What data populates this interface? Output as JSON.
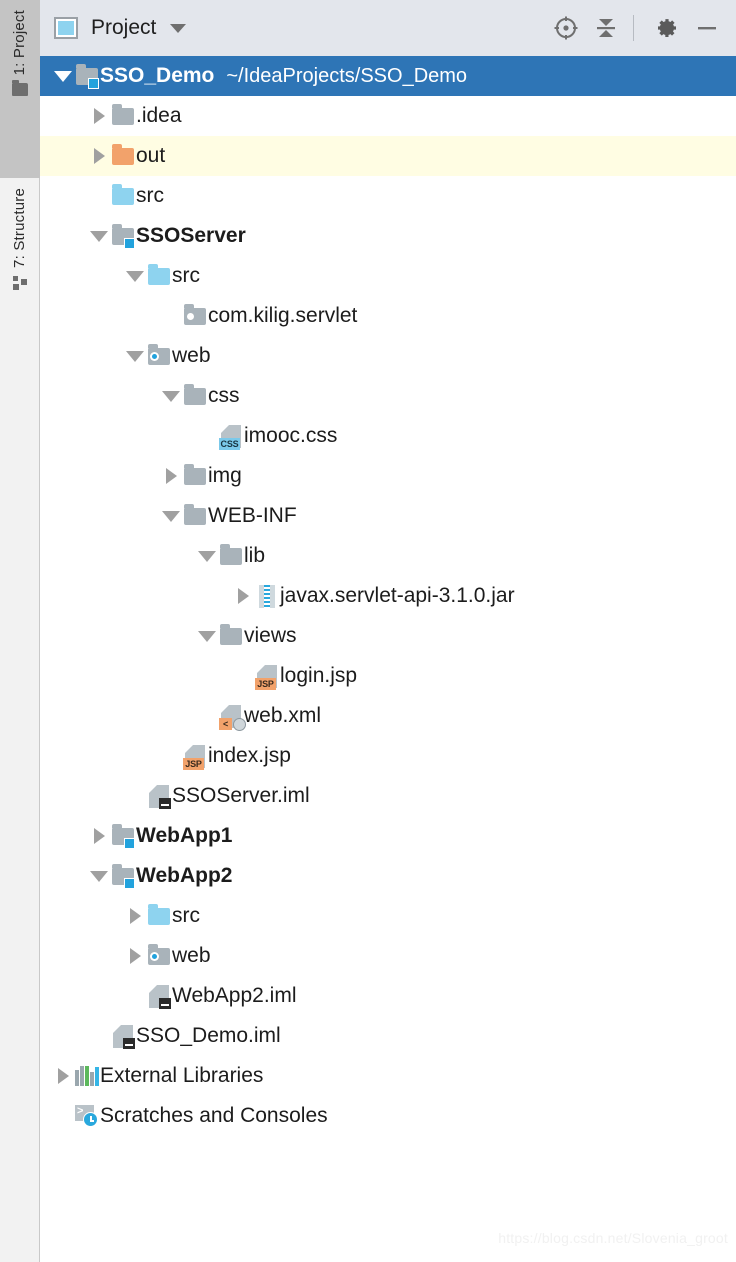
{
  "tool_tabs": [
    {
      "label": "1: Project",
      "icon": "folder-icon",
      "active": true
    },
    {
      "label": "7: Structure",
      "icon": "structure-icon",
      "active": false
    }
  ],
  "toolbar": {
    "title": "Project",
    "project_icon": "project-view-icon",
    "dropdown_icon": "chevron-down-icon",
    "buttons": [
      {
        "name": "locate-icon",
        "title": "Select Opened File"
      },
      {
        "name": "collapse-all-icon",
        "title": "Collapse All"
      },
      {
        "name": "gear-icon",
        "title": "Settings"
      },
      {
        "name": "minimize-icon",
        "title": "Hide"
      }
    ]
  },
  "colors": {
    "selection_blue": "#2e75b6",
    "marked_yellow": "#fffde3",
    "toolbar_bg": "#e3e6ec",
    "module_badge": "#22a2dd",
    "source_folder": "#8ed3ef",
    "excluded_folder": "#f2a26b"
  },
  "tree": [
    {
      "label": "SSO_Demo",
      "secondary": "~/IdeaProjects/SSO_Demo",
      "icon": "module-folder-icon",
      "depth": 0,
      "twisty": "down",
      "bold": true,
      "state": "selected"
    },
    {
      "label": ".idea",
      "icon": "folder-gray-icon",
      "depth": 1,
      "twisty": "right",
      "bold": false,
      "state": "none"
    },
    {
      "label": "out",
      "icon": "folder-orange-icon",
      "depth": 1,
      "twisty": "right",
      "bold": false,
      "state": "marked"
    },
    {
      "label": "src",
      "icon": "folder-blue-icon",
      "depth": 1,
      "twisty": "none",
      "bold": false,
      "state": "none"
    },
    {
      "label": "SSOServer",
      "icon": "module-folder-icon",
      "depth": 1,
      "twisty": "down",
      "bold": true,
      "state": "none"
    },
    {
      "label": "src",
      "icon": "folder-blue-icon",
      "depth": 2,
      "twisty": "down",
      "bold": false,
      "state": "none"
    },
    {
      "label": "com.kilig.servlet",
      "icon": "package-icon",
      "depth": 3,
      "twisty": "none",
      "bold": false,
      "state": "none"
    },
    {
      "label": "web",
      "icon": "web-folder-icon",
      "depth": 2,
      "twisty": "down",
      "bold": false,
      "state": "none"
    },
    {
      "label": "css",
      "icon": "folder-gray-icon",
      "depth": 3,
      "twisty": "down",
      "bold": false,
      "state": "none"
    },
    {
      "label": "imooc.css",
      "icon": "css-file-icon",
      "depth": 4,
      "twisty": "none",
      "bold": false,
      "state": "none"
    },
    {
      "label": "img",
      "icon": "folder-gray-icon",
      "depth": 3,
      "twisty": "right",
      "bold": false,
      "state": "none"
    },
    {
      "label": "WEB-INF",
      "icon": "folder-gray-icon",
      "depth": 3,
      "twisty": "down",
      "bold": false,
      "state": "none"
    },
    {
      "label": "lib",
      "icon": "folder-gray-icon",
      "depth": 4,
      "twisty": "down",
      "bold": false,
      "state": "none"
    },
    {
      "label": "javax.servlet-api-3.1.0.jar",
      "icon": "jar-icon",
      "depth": 5,
      "twisty": "right",
      "bold": false,
      "state": "none"
    },
    {
      "label": "views",
      "icon": "folder-gray-icon",
      "depth": 4,
      "twisty": "down",
      "bold": false,
      "state": "none"
    },
    {
      "label": "login.jsp",
      "icon": "jsp-file-icon",
      "depth": 5,
      "twisty": "none",
      "bold": false,
      "state": "none"
    },
    {
      "label": "web.xml",
      "icon": "webxml-file-icon",
      "depth": 4,
      "twisty": "none",
      "bold": false,
      "state": "none"
    },
    {
      "label": "index.jsp",
      "icon": "jsp-file-icon",
      "depth": 3,
      "twisty": "none",
      "bold": false,
      "state": "none"
    },
    {
      "label": "SSOServer.iml",
      "icon": "iml-file-icon",
      "depth": 2,
      "twisty": "none",
      "bold": false,
      "state": "none"
    },
    {
      "label": "WebApp1",
      "icon": "module-folder-icon",
      "depth": 1,
      "twisty": "right",
      "bold": true,
      "state": "none"
    },
    {
      "label": "WebApp2",
      "icon": "module-folder-icon",
      "depth": 1,
      "twisty": "down",
      "bold": true,
      "state": "none"
    },
    {
      "label": "src",
      "icon": "folder-blue-icon",
      "depth": 2,
      "twisty": "right",
      "bold": false,
      "state": "none"
    },
    {
      "label": "web",
      "icon": "web-folder-icon",
      "depth": 2,
      "twisty": "right",
      "bold": false,
      "state": "none"
    },
    {
      "label": "WebApp2.iml",
      "icon": "iml-file-icon",
      "depth": 2,
      "twisty": "none",
      "bold": false,
      "state": "none"
    },
    {
      "label": "SSO_Demo.iml",
      "icon": "iml-file-icon",
      "depth": 1,
      "twisty": "none",
      "bold": false,
      "state": "none"
    },
    {
      "label": "External Libraries",
      "icon": "external-libraries-icon",
      "depth": 0,
      "twisty": "right",
      "bold": false,
      "state": "none"
    },
    {
      "label": "Scratches and Consoles",
      "icon": "scratches-icon",
      "depth": 0,
      "twisty": "none",
      "bold": false,
      "state": "none"
    }
  ],
  "watermark": "https://blog.csdn.net/Slovenia_groot"
}
